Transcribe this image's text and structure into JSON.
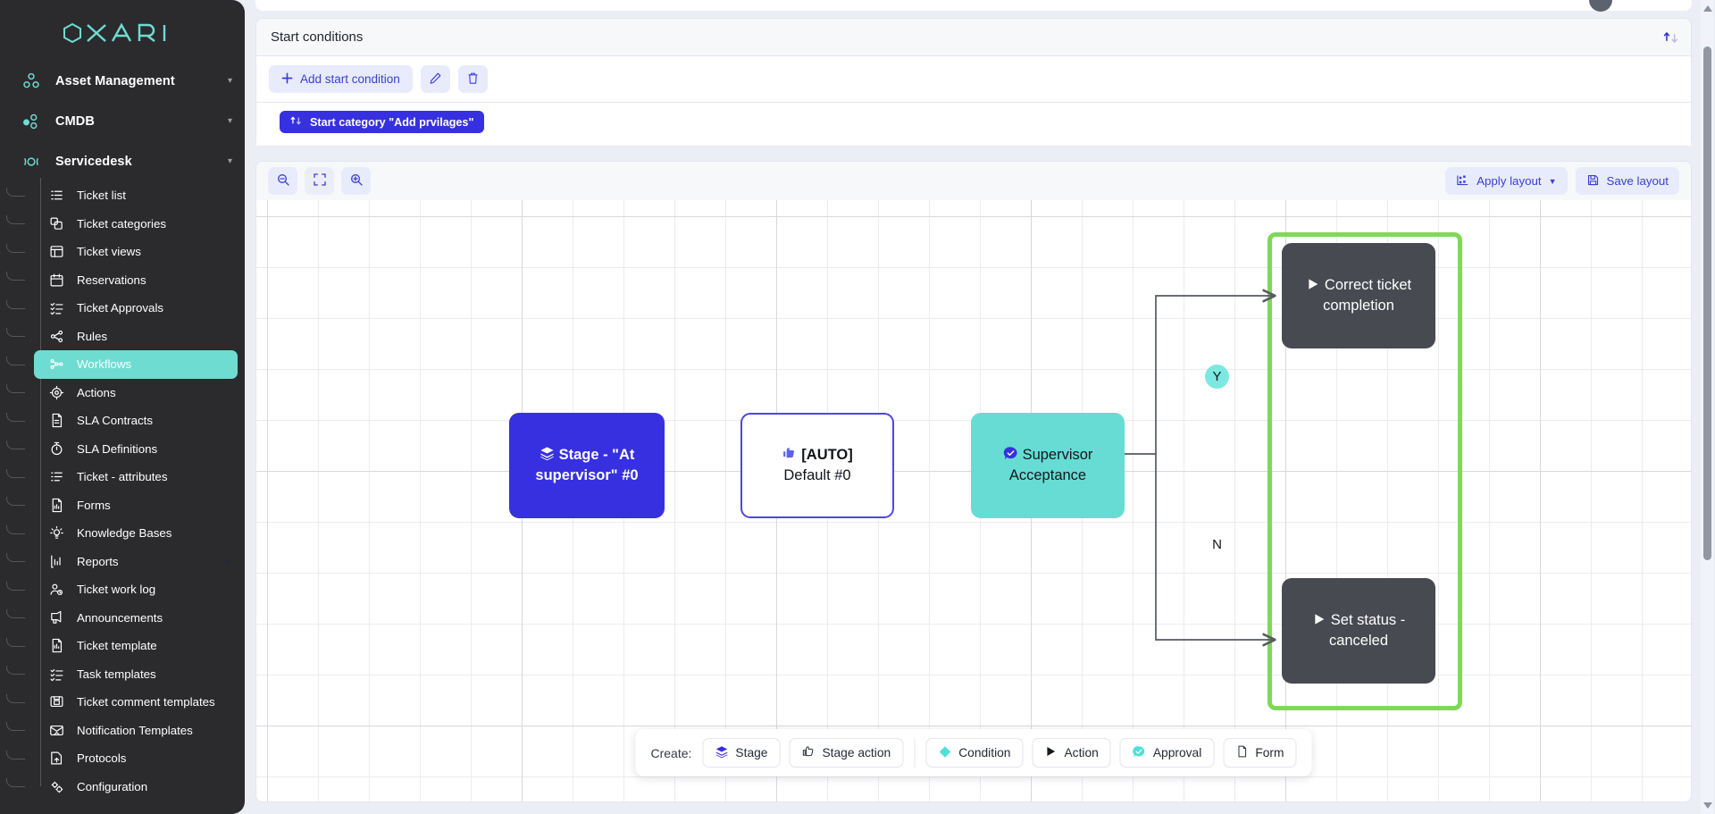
{
  "brand": {
    "name": "OXARI"
  },
  "sidebar": {
    "groups": [
      {
        "icon": "asset-management-icon",
        "label": "Asset Management",
        "caret": "▾"
      },
      {
        "icon": "cmdb-icon",
        "label": "CMDB",
        "caret": "▾"
      },
      {
        "icon": "servicedesk-icon",
        "label": "Servicedesk",
        "caret": "▾"
      }
    ],
    "items": [
      {
        "icon": "list-icon",
        "label": "Ticket list",
        "active": false,
        "caret": ""
      },
      {
        "icon": "categories-icon",
        "label": "Ticket categories",
        "active": false,
        "caret": ""
      },
      {
        "icon": "table-icon",
        "label": "Ticket views",
        "active": false,
        "caret": ""
      },
      {
        "icon": "calendar-icon",
        "label": "Reservations",
        "active": false,
        "caret": ""
      },
      {
        "icon": "approvals-icon",
        "label": "Ticket Approvals",
        "active": false,
        "caret": ""
      },
      {
        "icon": "rules-icon",
        "label": "Rules",
        "active": false,
        "caret": ""
      },
      {
        "icon": "workflows-icon",
        "label": "Workflows",
        "active": true,
        "caret": ""
      },
      {
        "icon": "actions-icon",
        "label": "Actions",
        "active": false,
        "caret": ""
      },
      {
        "icon": "document-icon",
        "label": "SLA Contracts",
        "active": false,
        "caret": ""
      },
      {
        "icon": "timer-icon",
        "label": "SLA Definitions",
        "active": false,
        "caret": ""
      },
      {
        "icon": "attributes-icon",
        "label": "Ticket - attributes",
        "active": false,
        "caret": ""
      },
      {
        "icon": "forms-icon",
        "label": "Forms",
        "active": false,
        "caret": ""
      },
      {
        "icon": "knowledge-icon",
        "label": "Knowledge Bases",
        "active": false,
        "caret": ""
      },
      {
        "icon": "reports-icon",
        "label": "Reports",
        "active": false,
        "caret": "▾"
      },
      {
        "icon": "worklog-icon",
        "label": "Ticket work log",
        "active": false,
        "caret": ""
      },
      {
        "icon": "announcements-icon",
        "label": "Announcements",
        "active": false,
        "caret": ""
      },
      {
        "icon": "ticket-template-icon",
        "label": "Ticket template",
        "active": false,
        "caret": ""
      },
      {
        "icon": "task-templates-icon",
        "label": "Task templates",
        "active": false,
        "caret": ""
      },
      {
        "icon": "comment-template-icon",
        "label": "Ticket comment templates",
        "active": false,
        "caret": ""
      },
      {
        "icon": "notification-icon",
        "label": "Notification Templates",
        "active": false,
        "caret": ""
      },
      {
        "icon": "protocols-icon",
        "label": "Protocols",
        "active": false,
        "caret": ""
      },
      {
        "icon": "configuration-icon",
        "label": "Configuration",
        "active": false,
        "caret": ""
      }
    ]
  },
  "start_conditions": {
    "title": "Start conditions",
    "sync_icon": "sync-icon",
    "add_label": "Add start condition",
    "add_icon": "plus-icon",
    "edit_icon": "pencil-icon",
    "delete_icon": "trash-icon",
    "chip": {
      "icon": "sync-icon",
      "label": "Start category \"Add prvilages\""
    }
  },
  "diagram_toolbar": {
    "zoom_out_icon": "zoom-out-icon",
    "fit_icon": "fit-screen-icon",
    "zoom_in_icon": "zoom-in-icon",
    "apply_layout": {
      "icon": "layout-icon",
      "label": "Apply layout",
      "caret": "▼"
    },
    "save_layout": {
      "icon": "save-icon",
      "label": "Save layout"
    }
  },
  "workflow": {
    "nodes": [
      {
        "id": "stage",
        "type": "stage",
        "icon": "layers-icon",
        "line1": "Stage - \"At",
        "line2": "supervisor\" #0",
        "color": "#3730e0"
      },
      {
        "id": "auto",
        "type": "condition",
        "icon": "pointer-icon",
        "line1": "[AUTO]",
        "line2": "Default #0",
        "color": "#ffffff"
      },
      {
        "id": "approval",
        "type": "approval",
        "icon": "approval-icon",
        "line1": "Supervisor",
        "line2": "Acceptance",
        "color": "#67dcd4"
      },
      {
        "id": "correct",
        "type": "action",
        "icon": "play-icon",
        "line1": "Correct ticket",
        "line2": "completion",
        "color": "#474a51"
      },
      {
        "id": "cancel",
        "type": "action",
        "icon": "play-icon",
        "line1": "Set status -",
        "line2": "canceled",
        "color": "#474a51"
      }
    ],
    "edge_labels": [
      {
        "text": "Y",
        "kind": "yes"
      },
      {
        "text": "N",
        "kind": "no"
      }
    ],
    "group_color": "#7ed957"
  },
  "create_bar": {
    "label": "Create:",
    "buttons": [
      {
        "icon": "layers-icon",
        "label": "Stage"
      },
      {
        "icon": "stage-action-icon",
        "label": "Stage action"
      },
      {
        "icon": "diamond-icon",
        "label": "Condition"
      },
      {
        "icon": "play-icon",
        "label": "Action"
      },
      {
        "icon": "approval-icon",
        "label": "Approval"
      },
      {
        "icon": "form-icon",
        "label": "Form"
      }
    ]
  }
}
